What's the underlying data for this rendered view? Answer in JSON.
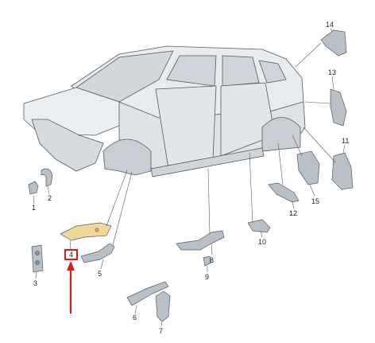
{
  "parts": [
    {
      "id": "part-1",
      "number": "1"
    },
    {
      "id": "part-2",
      "number": "2"
    },
    {
      "id": "part-3",
      "number": "3"
    },
    {
      "id": "part-4",
      "number": "4"
    },
    {
      "id": "part-5",
      "number": "5"
    },
    {
      "id": "part-6",
      "number": "6"
    },
    {
      "id": "part-7",
      "number": "7"
    },
    {
      "id": "part-8",
      "number": "8"
    },
    {
      "id": "part-9",
      "number": "9"
    },
    {
      "id": "part-10",
      "number": "10"
    },
    {
      "id": "part-11",
      "number": "11"
    },
    {
      "id": "part-12",
      "number": "12"
    },
    {
      "id": "part-13",
      "number": "13"
    },
    {
      "id": "part-14",
      "number": "14"
    },
    {
      "id": "part-15",
      "number": "15"
    }
  ],
  "highlighted_part": "4",
  "colors": {
    "highlight": "#e01818",
    "part_fill": "#b9c0c8",
    "highlighted_part_fill": "#f2d79a",
    "body_fill": "#e4e7ea",
    "line": "#555a60"
  }
}
